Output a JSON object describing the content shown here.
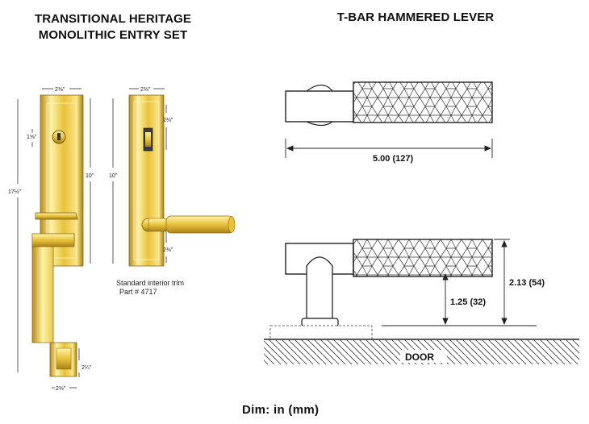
{
  "left_title_line1": "TRANSITIONAL HERITAGE",
  "left_title_line2": "MONOLITHIC ENTRY SET",
  "right_title": "T-BAR HAMMERED LEVER",
  "labels": {
    "exterior_top_width": "2⅜\"",
    "deadbolt_offset": "1⅝\"",
    "overall_height": "17½\"",
    "exterior_plate_height": "10\"",
    "exterior_bottom_height": "2¼\"",
    "exterior_bottom_width": "2⅜\"",
    "interior_width": "2⅜\"",
    "interior_height": "10\"",
    "interior_turn_offset": "2⅜\"",
    "interior_lever_offset": "2⅜\""
  },
  "interior_caption_line1": "Standard interior trim",
  "interior_caption_line2": "Part # 4717",
  "lever_length": "5.00 (127)",
  "lever_base_height": "1.25 (32)",
  "lever_total_height": "2.13 (54)",
  "door_label": "DOOR",
  "units_note": "Dim: in (mm)",
  "colors": {
    "brass_light": "#fff3a8",
    "brass_mid": "#e8c23a",
    "brass_dark": "#a8821a",
    "line": "#222222"
  }
}
